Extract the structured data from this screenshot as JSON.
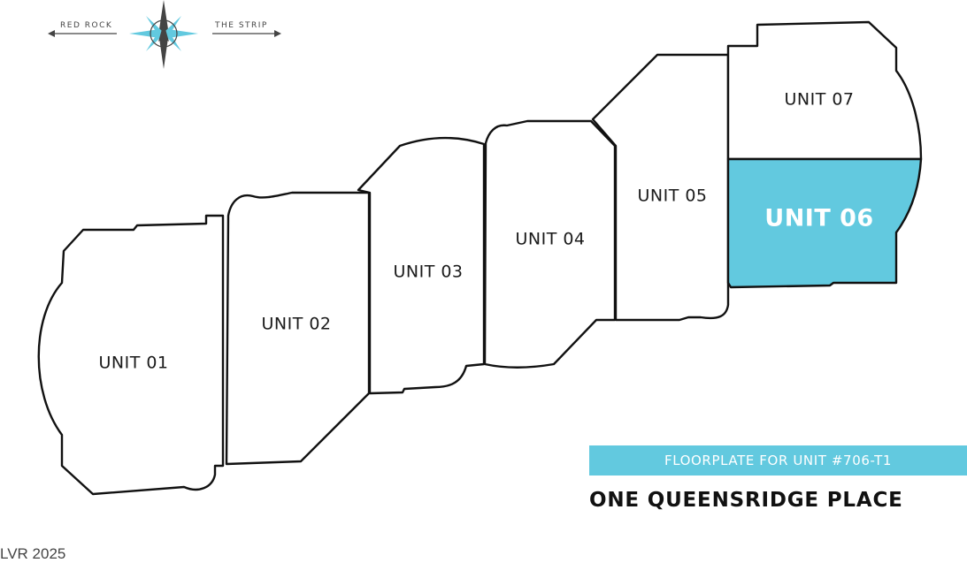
{
  "compass": {
    "left_label": "RED ROCK",
    "right_label": "THE STRIP"
  },
  "units": [
    {
      "label": "UNIT 01",
      "highlighted": false
    },
    {
      "label": "UNIT 02",
      "highlighted": false
    },
    {
      "label": "UNIT 03",
      "highlighted": false
    },
    {
      "label": "UNIT 04",
      "highlighted": false
    },
    {
      "label": "UNIT 05",
      "highlighted": false
    },
    {
      "label": "UNIT 06",
      "highlighted": true
    },
    {
      "label": "UNIT 07",
      "highlighted": false
    }
  ],
  "banner": {
    "text": "FLOORPLATE FOR UNIT #706-T1"
  },
  "building_name": "ONE QUEENSRIDGE PLACE",
  "watermark": "LVR 2025",
  "colors": {
    "accent": "#62c9df",
    "outline": "#111111"
  }
}
